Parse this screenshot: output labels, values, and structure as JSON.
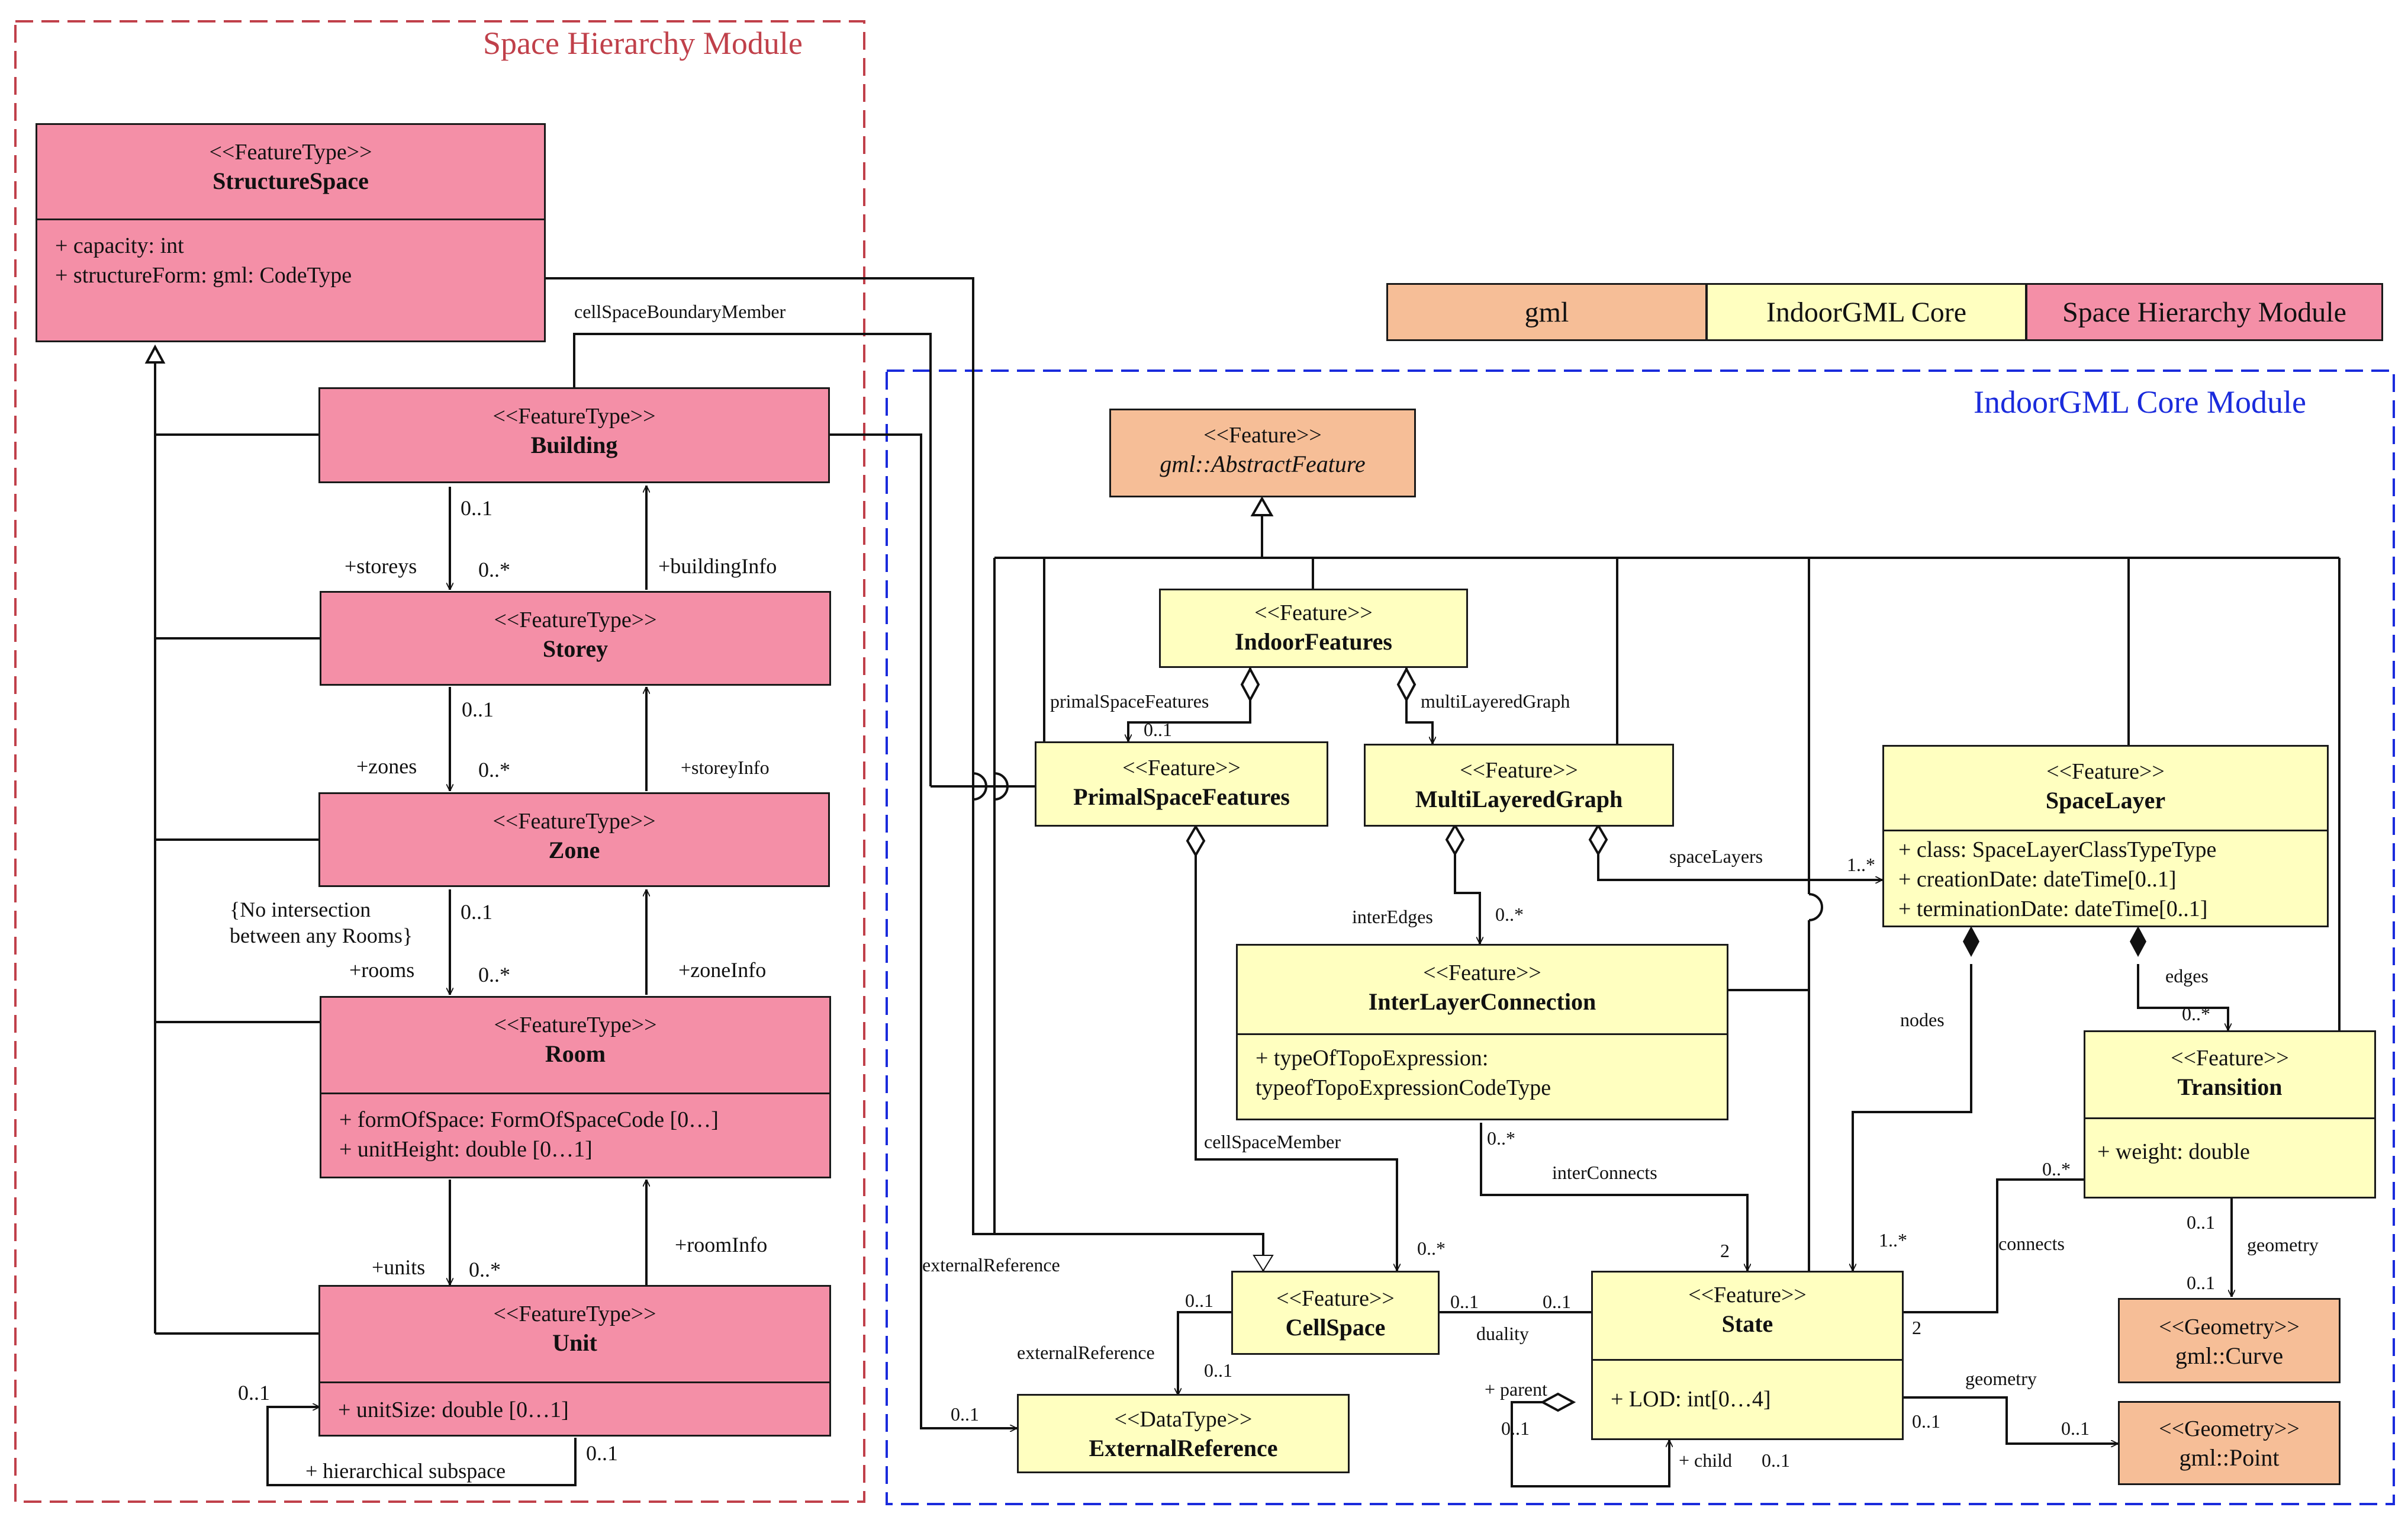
{
  "modules": {
    "space_hierarchy": {
      "title": "Space Hierarchy Module",
      "color": "#c0404a"
    },
    "core": {
      "title": "IndoorGML Core Module",
      "color": "#1a2bdc"
    }
  },
  "legend": {
    "gml": "gml",
    "core": "IndoorGML Core",
    "shm": "Space Hierarchy Module"
  },
  "colors": {
    "pink": "#f48fa7",
    "yellow": "#ffffc0",
    "orange": "#f6be97"
  },
  "classes": {
    "structure_space": {
      "stereotype": "<<FeatureType>>",
      "name": "StructureSpace",
      "attrs": [
        "+   capacity: int",
        "+   structureForm: gml: CodeType"
      ]
    },
    "building": {
      "stereotype": "<<FeatureType>>",
      "name": "Building"
    },
    "storey": {
      "stereotype": "<<FeatureType>>",
      "name": "Storey"
    },
    "zone": {
      "stereotype": "<<FeatureType>>",
      "name": "Zone"
    },
    "room": {
      "stereotype": "<<FeatureType>>",
      "name": "Room",
      "attrs": [
        "+   formOfSpace: FormOfSpaceCode [0…]",
        "+   unitHeight: double [0…1]"
      ]
    },
    "unit": {
      "stereotype": "<<FeatureType>>",
      "name": "Unit",
      "attrs": [
        "+   unitSize: double [0…1]"
      ]
    },
    "abstract_feature": {
      "stereotype": "<<Feature>>",
      "name": "gml::AbstractFeature"
    },
    "indoor_features": {
      "stereotype": "<<Feature>>",
      "name": "IndoorFeatures"
    },
    "primal_space_features": {
      "stereotype": "<<Feature>>",
      "name": "PrimalSpaceFeatures"
    },
    "multi_layered_graph": {
      "stereotype": "<<Feature>>",
      "name": "MultiLayeredGraph"
    },
    "space_layer": {
      "stereotype": "<<Feature>>",
      "name": "SpaceLayer",
      "attrs": [
        "+ class: SpaceLayerClassTypeType",
        "+ creationDate: dateTime[0..1]",
        "+ terminationDate: dateTime[0..1]"
      ]
    },
    "inter_layer_connection": {
      "stereotype": "<<Feature>>",
      "name": "InterLayerConnection",
      "attrs": [
        "+ typeOfTopoExpression:",
        "typeofTopoExpressionCodeType"
      ]
    },
    "transition": {
      "stereotype": "<<Feature>>",
      "name": "Transition",
      "attrs": [
        "+ weight: double"
      ]
    },
    "cell_space": {
      "stereotype": "<<Feature>>",
      "name": "CellSpace"
    },
    "state": {
      "stereotype": "<<Feature>>",
      "name": "State",
      "attrs": [
        "+ LOD: int[0…4]"
      ]
    },
    "external_reference": {
      "stereotype": "<<DataType>>",
      "name": "ExternalReference"
    },
    "curve": {
      "stereotype": "<<Geometry>>",
      "name": "gml::Curve"
    },
    "point": {
      "stereotype": "<<Geometry>>",
      "name": "gml::Point"
    }
  },
  "labels": {
    "cell_space_boundary_member": "cellSpaceBoundaryMember",
    "bld_mult_01": "0..1",
    "storeys": "+storeys",
    "storeys_mult": "0..*",
    "building_info": "+buildingInfo",
    "storey_mult_01": "0..1",
    "zones": "+zones",
    "zones_mult": "0..*",
    "storey_info": "+storeyInfo",
    "no_intersection_1": "{No intersection",
    "no_intersection_2": "between any Rooms}",
    "zone_mult_01": "0..1",
    "rooms": "+rooms",
    "rooms_mult": "0..*",
    "zone_info": "+zoneInfo",
    "units": "+units",
    "units_mult": "0..*",
    "room_info": "+roomInfo",
    "unit_self_01_a": "0..1",
    "unit_self_01_b": "0..1",
    "hierarchical_subspace": "+ hierarchical subspace",
    "primal_space_features_role": "primalSpaceFeatures",
    "psf_mult_01": "0..1",
    "multi_layered_graph_role": "multiLayeredGraph",
    "space_layers": "spaceLayers",
    "space_layers_mult": "1..*",
    "inter_edges": "interEdges",
    "inter_edges_mult": "0..*",
    "edges": "edges",
    "edges_mult": "0..*",
    "nodes": "nodes",
    "ilc_mult": "0..*",
    "inter_connects": "interConnects",
    "inter_connects_mult": "2",
    "cell_space_member": "cellSpaceMember",
    "csm_mult": "0..*",
    "external_reference_1": "externalReference",
    "external_reference_2": "externalReference",
    "ext_ref_mult_a": "0..1",
    "ext_ref_mult_b": "0..1",
    "ext_ref_mult_c": "0..1",
    "duality": "duality",
    "duality_mult_a": "0..1",
    "duality_mult_b": "0..1",
    "nodes_mult": "1..*",
    "connects": "connects",
    "connects_mult_a": "0..*",
    "connects_mult_b": "2",
    "geometry_t": "geometry",
    "geom_t_mult_a": "0..1",
    "geom_t_mult_b": "0..1",
    "parent": "+ parent",
    "parent_mult": "0..1",
    "child": "+ child",
    "child_mult": "0..1",
    "geometry_s": "geometry",
    "geom_s_mult_a": "0..1",
    "geom_s_mult_b": "0..1"
  }
}
